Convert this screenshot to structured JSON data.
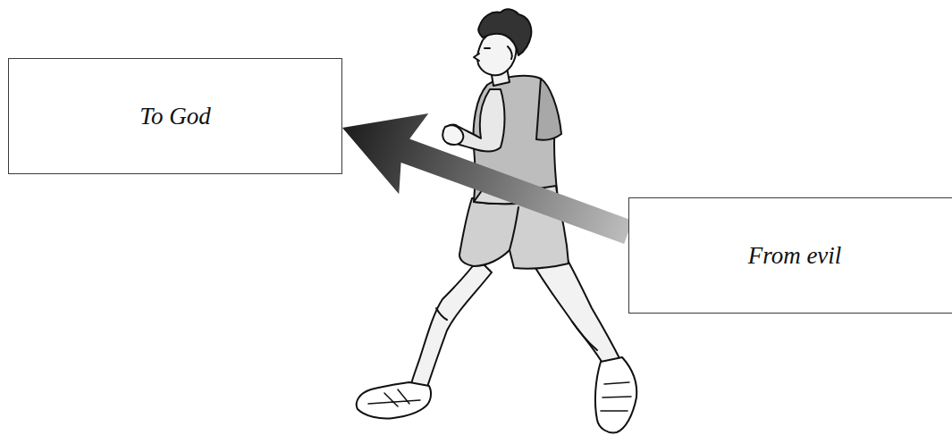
{
  "diagram": {
    "nodes": [
      {
        "text": [
          "To God"
        ]
      },
      {
        "text": [
          "From evil"
        ]
      }
    ],
    "edges": [
      {
        "from": 1,
        "to": 0,
        "arrow": "to"
      }
    ]
  }
}
